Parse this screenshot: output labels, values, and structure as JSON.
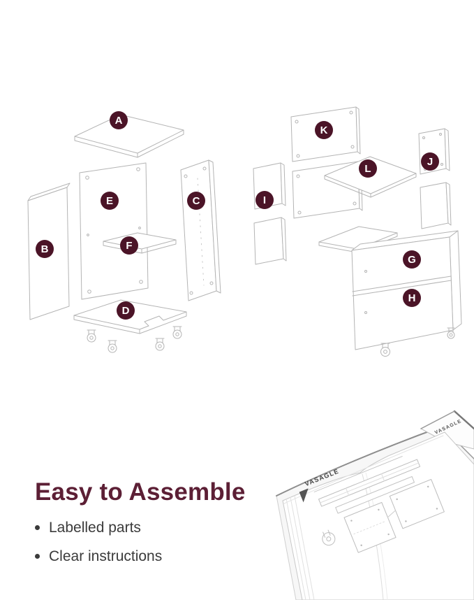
{
  "colors": {
    "badge_bg": "#4b1427",
    "badge_text": "#ffffff",
    "title_maroon": "#5c1f35",
    "body_text": "#3b3b3b",
    "line_art_gray": "#b4b4b4"
  },
  "diagram": {
    "description": "Exploded view of labelled furniture parts",
    "parts": [
      {
        "label": "A"
      },
      {
        "label": "B"
      },
      {
        "label": "C"
      },
      {
        "label": "D"
      },
      {
        "label": "E"
      },
      {
        "label": "F"
      },
      {
        "label": "G"
      },
      {
        "label": "H"
      },
      {
        "label": "I"
      },
      {
        "label": "J"
      },
      {
        "label": "K"
      },
      {
        "label": "L"
      }
    ]
  },
  "headline": {
    "title": "Easy to Assemble",
    "bullets": [
      "Labelled parts",
      "Clear instructions"
    ]
  },
  "manual": {
    "brand": "VASAGLE",
    "corner_brand": "VASAGLE"
  }
}
